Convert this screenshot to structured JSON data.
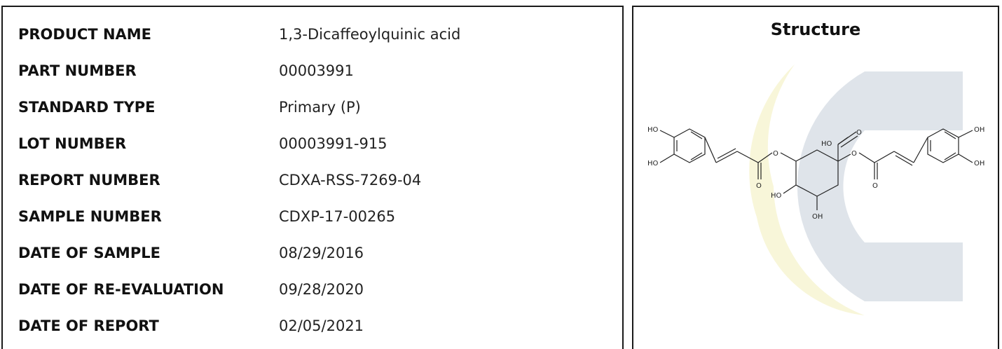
{
  "product_info": {
    "rows": [
      {
        "label": "PRODUCT NAME",
        "value": "1,3-Dicaffeoylquinic acid"
      },
      {
        "label": "PART NUMBER",
        "value": "00003991"
      },
      {
        "label": "STANDARD TYPE",
        "value": "Primary (P)"
      },
      {
        "label": "LOT NUMBER",
        "value": "00003991-915"
      },
      {
        "label": "REPORT NUMBER",
        "value": "CDXA-RSS-7269-04"
      },
      {
        "label": "SAMPLE NUMBER",
        "value": "CDXP-17-00265"
      },
      {
        "label": "DATE OF SAMPLE",
        "value": "08/29/2016"
      },
      {
        "label": "DATE OF RE-EVALUATION",
        "value": "09/28/2020"
      },
      {
        "label": "DATE OF REPORT",
        "value": "02/05/2021"
      }
    ]
  },
  "structure": {
    "title": "Structure",
    "atom_labels": {
      "ho_top_left": "HO",
      "ho_bottom_left": "HO",
      "ho_acid": "HO",
      "o_acid": "O",
      "o_ester_left": "O",
      "o_carbonyl_left": "O",
      "o_ester_right": "O",
      "o_carbonyl_right": "O",
      "ho_ring": "HO",
      "oh_ring_bottom": "OH",
      "oh_top_right": "OH",
      "oh_bottom_right": "OH"
    }
  },
  "colors": {
    "border": "#1a1a1a",
    "watermark_blue": "#dfe4ea",
    "watermark_yellow": "#f8f6d9"
  }
}
